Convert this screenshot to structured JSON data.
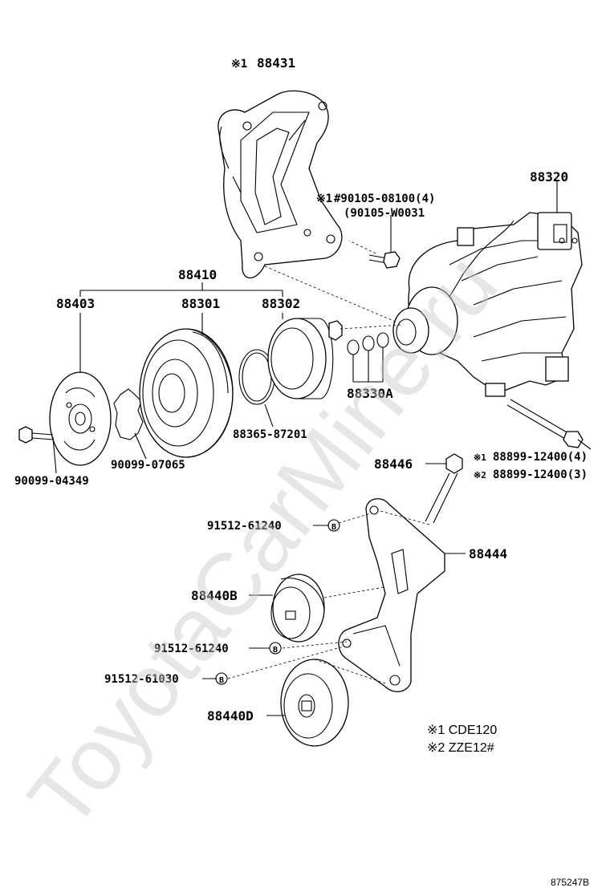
{
  "labels": {
    "p88431": "88431",
    "p88431_mark": "※1",
    "p88320": "88320",
    "p90105_mark": "※1",
    "p90105a": "#90105-08100(4)",
    "p90105b": "(90105-W0031",
    "p88410": "88410",
    "p88403": "88403",
    "p88301": "88301",
    "p88302": "88302",
    "p88330A": "88330A",
    "p88365": "88365-87201",
    "p90099_07065": "90099-07065",
    "p90099_04349": "90099-04349",
    "p88899_mark1": "※1",
    "p88899a": "88899-12400(4)",
    "p88899_mark2": "※2",
    "p88899b": "88899-12400(3)",
    "p88446": "88446",
    "p91512_61240a": "91512-61240",
    "p88444": "88444",
    "p88440B": "88440B",
    "p91512_61240b": "91512-61240",
    "p91512_61030": "91512-61030",
    "p88440D": "88440D",
    "circle_b": "B"
  },
  "notes": {
    "note1": "※1 CDE120",
    "note2": "※2 ZZE12#"
  },
  "figure_id": "875247B",
  "watermark": "ToyotaCarMine.ru"
}
